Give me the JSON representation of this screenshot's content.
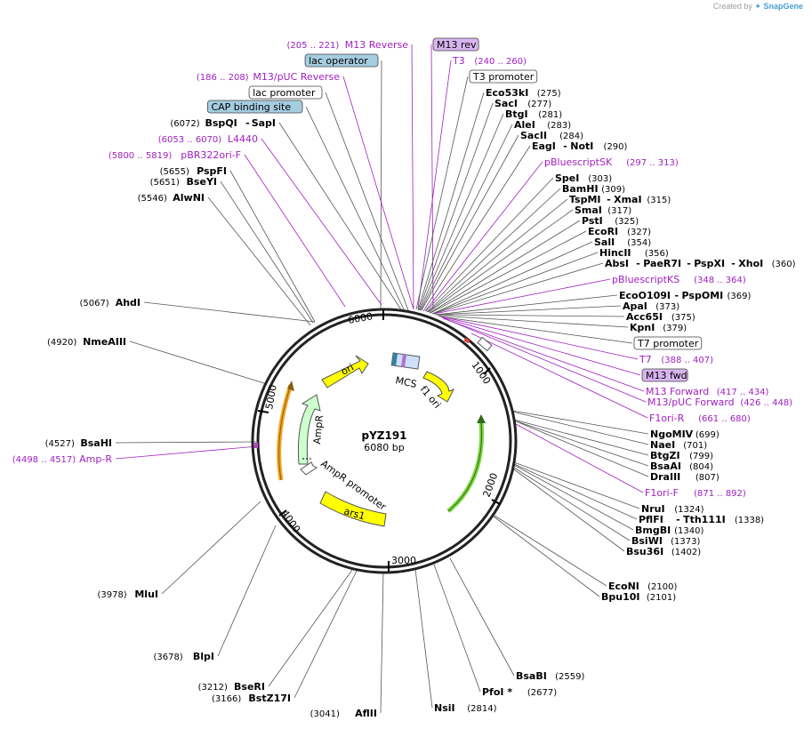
{
  "credit": {
    "prefix": "Created by",
    "brand": "SnapGene"
  },
  "plasmid": {
    "name": "pYZ191",
    "size": "6080 bp"
  },
  "ticks": [
    "1000",
    "2000",
    "3000",
    "4000",
    "5000",
    "6000"
  ],
  "map_features": [
    {
      "label": "ori",
      "color": "#ffff00"
    },
    {
      "label": "f1 ori",
      "color": "#ffff00"
    },
    {
      "label": "AmpR",
      "color": "#ccffcc"
    },
    {
      "label": "AmpR promoter",
      "color": "#ffffff"
    },
    {
      "label": "ars1",
      "color": "#ffff00"
    },
    {
      "label": "MCS",
      "color": "#000000"
    }
  ],
  "left_labels": [
    {
      "pos": "(205 .. 221)",
      "name": "M13 Reverse",
      "type": "primer"
    },
    {
      "pos": "",
      "name": "lac operator",
      "type": "boxed-blue"
    },
    {
      "pos": "(186 .. 208)",
      "name": "M13/pUC Reverse",
      "type": "primer"
    },
    {
      "pos": "",
      "name": "lac promoter",
      "type": "boxed-white"
    },
    {
      "pos": "",
      "name": "CAP binding site",
      "type": "boxed-blue"
    },
    {
      "pos": "(6072)",
      "name": "BspQI",
      "name2": "SapI",
      "type": "enzyme"
    },
    {
      "pos": "(6053 .. 6070)",
      "name": "L4440",
      "type": "primer"
    },
    {
      "pos": "(5800 .. 5819)",
      "name": "pBR322ori-F",
      "type": "primer"
    },
    {
      "pos": "(5655)",
      "name": "PspFI",
      "type": "enzyme"
    },
    {
      "pos": "(5651)",
      "name": "BseYI",
      "type": "enzyme"
    },
    {
      "pos": "(5546)",
      "name": "AlwNI",
      "type": "enzyme"
    },
    {
      "pos": "(5067)",
      "name": "AhdI",
      "type": "enzyme"
    },
    {
      "pos": "(4920)",
      "name": "NmeAIII",
      "type": "enzyme"
    },
    {
      "pos": "(4527)",
      "name": "BsaHI",
      "type": "enzyme"
    },
    {
      "pos": "(4498 .. 4517)",
      "name": "Amp-R",
      "type": "primer"
    },
    {
      "pos": "(3978)",
      "name": "MluI",
      "type": "enzyme"
    },
    {
      "pos": "(3678)",
      "name": "BlpI",
      "type": "enzyme"
    },
    {
      "pos": "(3212)",
      "name": "BseRI",
      "type": "enzyme"
    },
    {
      "pos": "(3166)",
      "name": "BstZ17I",
      "type": "enzyme"
    },
    {
      "pos": "(3041)",
      "name": "AflII",
      "type": "enzyme"
    }
  ],
  "right_labels": [
    {
      "name": "M13 rev",
      "pos": "",
      "type": "boxed-purple"
    },
    {
      "name": "T3",
      "pos": "(240 .. 260)",
      "type": "primer"
    },
    {
      "name": "T3 promoter",
      "pos": "",
      "type": "boxed-white"
    },
    {
      "name": "Eco53kI",
      "pos": "(275)",
      "type": "enzyme"
    },
    {
      "name": "SacI",
      "pos": "(277)",
      "type": "enzyme"
    },
    {
      "name": "BtgI",
      "pos": "(281)",
      "type": "enzyme"
    },
    {
      "name": "AleI",
      "pos": "(283)",
      "type": "enzyme"
    },
    {
      "name": "SacII",
      "pos": "(284)",
      "type": "enzyme"
    },
    {
      "name": "EagI",
      "name2": "NotI",
      "pos": "(290)",
      "type": "enzyme"
    },
    {
      "name": "pBluescriptSK",
      "pos": "(297 .. 313)",
      "type": "primer"
    },
    {
      "name": "SpeI",
      "pos": "(303)",
      "type": "enzyme"
    },
    {
      "name": "BamHI",
      "pos": "(309)",
      "type": "enzyme"
    },
    {
      "name": "TspMI",
      "name2": "XmaI",
      "pos": "(315)",
      "type": "enzyme"
    },
    {
      "name": "SmaI",
      "pos": "(317)",
      "type": "enzyme"
    },
    {
      "name": "PstI",
      "pos": "(325)",
      "type": "enzyme"
    },
    {
      "name": "EcoRI",
      "pos": "(327)",
      "type": "enzyme"
    },
    {
      "name": "SalI",
      "pos": "(354)",
      "type": "enzyme"
    },
    {
      "name": "HincII",
      "pos": "(356)",
      "type": "enzyme"
    },
    {
      "name": "AbsI",
      "name2": "PaeR7I",
      "name3": "PspXI",
      "name4": "XhoI",
      "pos": "(360)",
      "type": "enzyme"
    },
    {
      "name": "pBluescriptKS",
      "pos": "(348 .. 364)",
      "type": "primer"
    },
    {
      "name": "EcoO109I",
      "name2": "PspOMI",
      "pos": "(369)",
      "type": "enzyme"
    },
    {
      "name": "ApaI",
      "pos": "(373)",
      "type": "enzyme"
    },
    {
      "name": "Acc65I",
      "pos": "(375)",
      "type": "enzyme"
    },
    {
      "name": "KpnI",
      "pos": "(379)",
      "type": "enzyme"
    },
    {
      "name": "T7 promoter",
      "pos": "",
      "type": "boxed-white"
    },
    {
      "name": "T7",
      "pos": "(388 .. 407)",
      "type": "primer"
    },
    {
      "name": "M13 fwd",
      "pos": "",
      "type": "boxed-purple"
    },
    {
      "name": "M13 Forward",
      "pos": "(417 .. 434)",
      "type": "primer"
    },
    {
      "name": "M13/pUC Forward",
      "pos": "(426 .. 448)",
      "type": "primer"
    },
    {
      "name": "F1ori-R",
      "pos": "(661 .. 680)",
      "type": "primer"
    },
    {
      "name": "NgoMIV",
      "pos": "(699)",
      "type": "enzyme"
    },
    {
      "name": "NaeI",
      "pos": "(701)",
      "type": "enzyme"
    },
    {
      "name": "BtgZI",
      "pos": "(799)",
      "type": "enzyme"
    },
    {
      "name": "BsaAI",
      "pos": "(804)",
      "type": "enzyme"
    },
    {
      "name": "DraIII",
      "pos": "(807)",
      "type": "enzyme"
    },
    {
      "name": "F1ori-F",
      "pos": "(871 .. 892)",
      "type": "primer"
    },
    {
      "name": "NruI",
      "pos": "(1324)",
      "type": "enzyme"
    },
    {
      "name": "PflFI",
      "name2": "Tth111I",
      "pos": "(1338)",
      "type": "enzyme"
    },
    {
      "name": "BmgBI",
      "pos": "(1340)",
      "type": "enzyme"
    },
    {
      "name": "BsiWI",
      "pos": "(1373)",
      "type": "enzyme"
    },
    {
      "name": "Bsu36I",
      "pos": "(1402)",
      "type": "enzyme"
    },
    {
      "name": "EcoNI",
      "pos": "(2100)",
      "type": "enzyme"
    },
    {
      "name": "Bpu10I",
      "pos": "(2101)",
      "type": "enzyme"
    },
    {
      "name": "BsaBI",
      "pos": "(2559)",
      "type": "enzyme"
    },
    {
      "name": "PfoI *",
      "pos": "(2677)",
      "type": "enzyme"
    },
    {
      "name": "NsiI",
      "pos": "(2814)",
      "type": "enzyme"
    }
  ]
}
